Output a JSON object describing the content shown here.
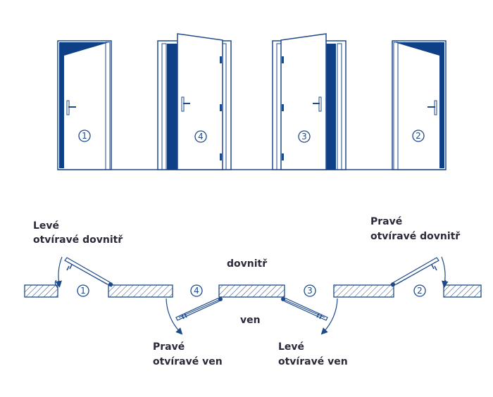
{
  "doors": [
    {
      "id": "1",
      "number": "1"
    },
    {
      "id": "4",
      "number": "4"
    },
    {
      "id": "3",
      "number": "3"
    },
    {
      "id": "2",
      "number": "2"
    }
  ],
  "plan_numbers": {
    "one": "1",
    "two": "2",
    "three": "3",
    "four": "4"
  },
  "labels": {
    "left_inward_line1": "Levé",
    "left_inward_line2": "otvíravé dovnitř",
    "right_inward_line1": "Pravé",
    "right_inward_line2": "otvíravé dovnitř",
    "inside": "dovnitř",
    "outside": "ven",
    "right_outward_line1": "Pravé",
    "right_outward_line2": "otvíravé ven",
    "left_outward_line1": "Levé",
    "left_outward_line2": "otvíravé ven"
  },
  "colors": {
    "line": "#1e4a8a",
    "dark": "#0f3f86",
    "text": "#2a2a3a"
  }
}
